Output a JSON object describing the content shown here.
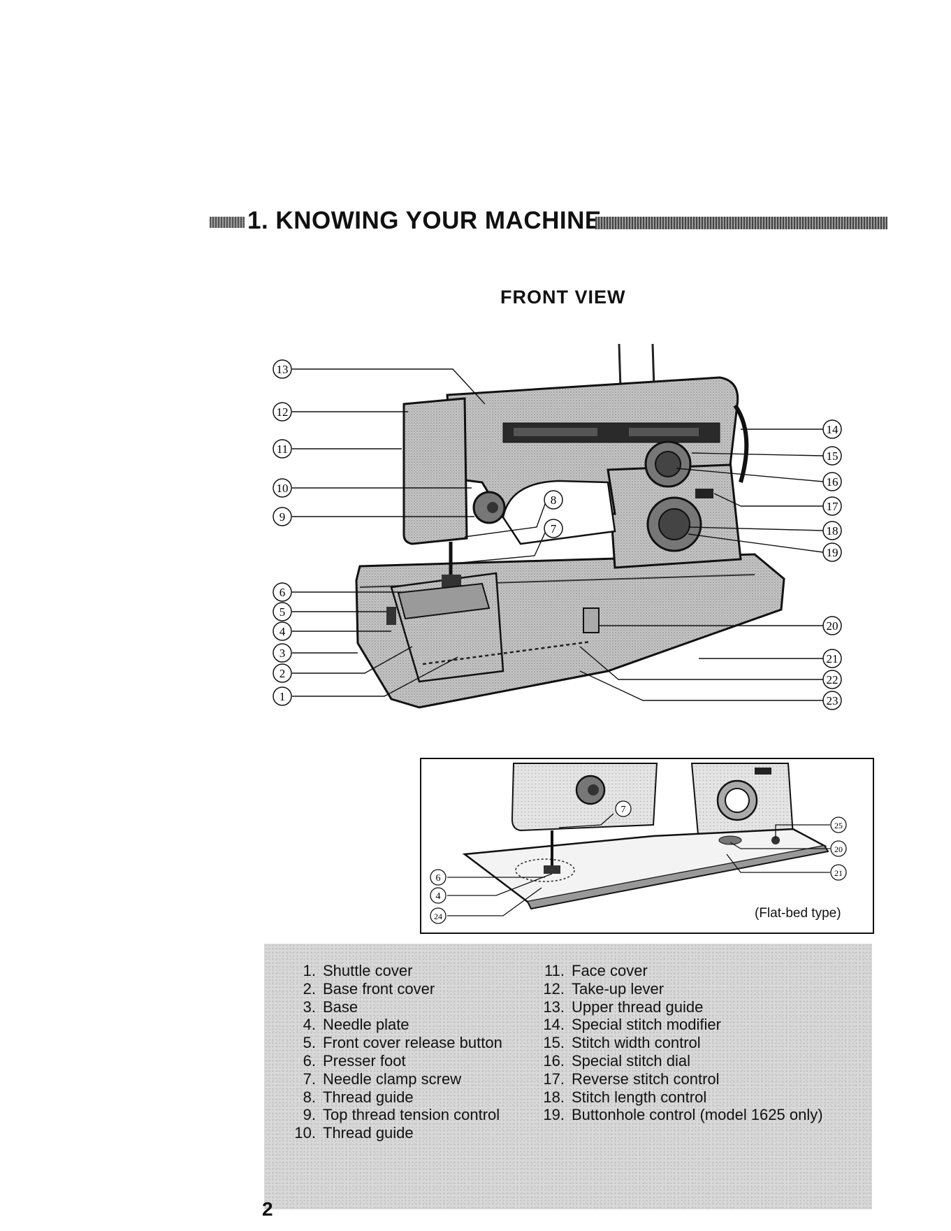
{
  "section_heading": "1. KNOWING YOUR MACHINE",
  "view_title": "FRONT VIEW",
  "main_callouts": [
    "13",
    "12",
    "11",
    "10",
    "9",
    "8",
    "7",
    "6",
    "5",
    "4",
    "3",
    "2",
    "1",
    "14",
    "15",
    "16",
    "17",
    "18",
    "19",
    "20",
    "21",
    "22",
    "23"
  ],
  "flatbed_callouts": [
    "7",
    "6",
    "4",
    "24",
    "25",
    "20",
    "21"
  ],
  "flatbed_caption": "(Flat-bed type)",
  "parts_left": [
    {
      "num": "1.",
      "label": "Shuttle cover"
    },
    {
      "num": "2.",
      "label": "Base front cover"
    },
    {
      "num": "3.",
      "label": "Base"
    },
    {
      "num": "4.",
      "label": "Needle plate"
    },
    {
      "num": "5.",
      "label": "Front cover release button"
    },
    {
      "num": "6.",
      "label": "Presser foot"
    },
    {
      "num": "7.",
      "label": "Needle clamp screw"
    },
    {
      "num": "8.",
      "label": "Thread guide"
    },
    {
      "num": "9.",
      "label": "Top thread tension control"
    },
    {
      "num": "10.",
      "label": "Thread guide"
    }
  ],
  "parts_right": [
    {
      "num": "11.",
      "label": "Face cover"
    },
    {
      "num": "12.",
      "label": "Take-up lever"
    },
    {
      "num": "13.",
      "label": "Upper thread guide"
    },
    {
      "num": "14.",
      "label": "Special stitch modifier"
    },
    {
      "num": "15.",
      "label": "Stitch width control"
    },
    {
      "num": "16.",
      "label": "Special stitch dial"
    },
    {
      "num": "17.",
      "label": "Reverse stitch control"
    },
    {
      "num": "18.",
      "label": "Stitch length control"
    },
    {
      "num": "19.",
      "label": "Buttonhole control (model 1625 only)"
    }
  ],
  "page_number": "2"
}
